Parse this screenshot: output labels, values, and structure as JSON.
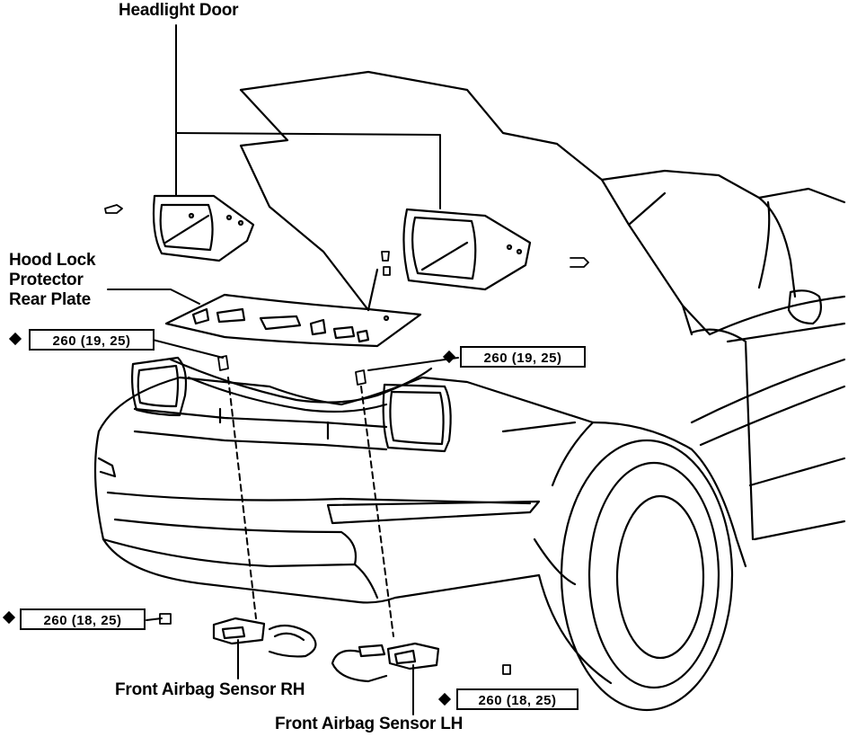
{
  "labels": {
    "headlight_door": "Headlight Door",
    "hood_lock_line1": "Hood Lock",
    "hood_lock_line2": "Protector",
    "hood_lock_line3": "Rear Plate",
    "airbag_rh": "Front Airbag Sensor RH",
    "airbag_lh": "Front Airbag Sensor LH"
  },
  "torque": {
    "upper_left": "260 (19, 25)",
    "upper_right": "260 (19, 25)",
    "lower_left": "260 (18, 25)",
    "lower_right": "260 (18, 25)"
  }
}
